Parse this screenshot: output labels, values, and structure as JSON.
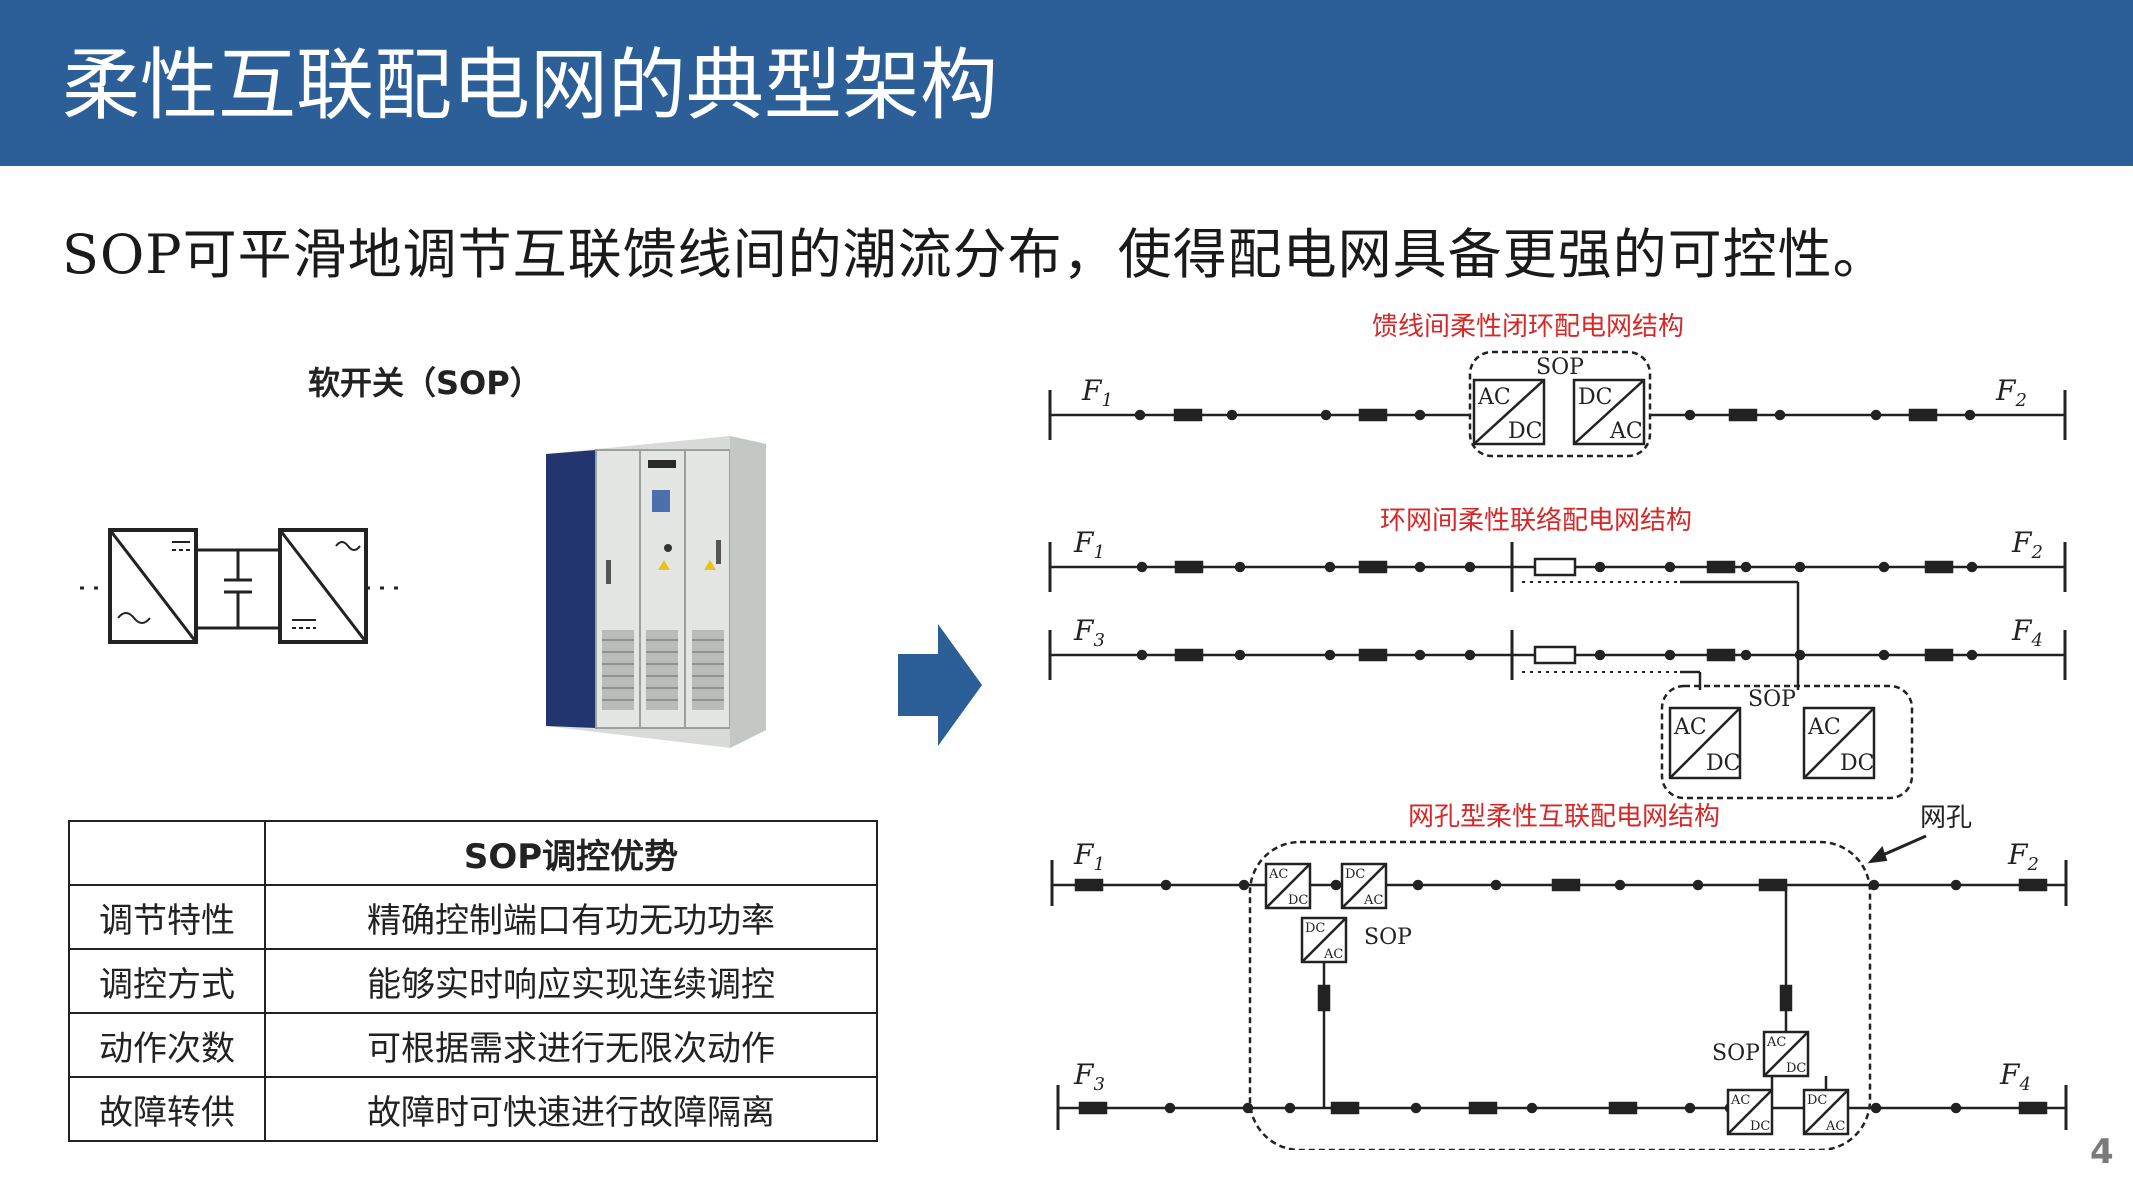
{
  "slide": {
    "title": "柔性互联配电网的典型架构",
    "subtitle": "SOP可平滑地调节互联馈线间的潮流分布，使得配电网具备更强的可控性。",
    "sop_label": "软开关（SOP）",
    "page_number": "4"
  },
  "table": {
    "header": "SOP调控优势",
    "rows": [
      {
        "name": "调节特性",
        "value": "精确控制端口有功无功功率"
      },
      {
        "name": "调控方式",
        "value": "能够实时响应实现连续调控"
      },
      {
        "name": "动作次数",
        "value": "可根据需求进行无限次动作"
      },
      {
        "name": "故障转供",
        "value": "故障时可快速进行故障隔离"
      }
    ]
  },
  "diagrams": {
    "closed_loop": {
      "caption": "馈线间柔性闭环配电网结构",
      "sop": "SOP",
      "f_left": "F",
      "f_left_sub": "1",
      "f_right": "F",
      "f_right_sub": "2"
    },
    "ring": {
      "caption": "环网间柔性联络配电网结构",
      "sop": "SOP",
      "f1": "1",
      "f2": "2",
      "f3": "3",
      "f4": "4",
      "f": "F"
    },
    "mesh": {
      "caption": "网孔型柔性互联配电网结构",
      "sop": "SOP",
      "mesh_label": "网孔",
      "f": "F",
      "f1": "1",
      "f2": "2",
      "f3": "3",
      "f4": "4"
    },
    "converter": {
      "ac": "AC",
      "dc": "DC"
    }
  },
  "colors": {
    "header_bg": "#2c5f98",
    "arrow": "#2c5f98",
    "caption": "#d62828"
  }
}
